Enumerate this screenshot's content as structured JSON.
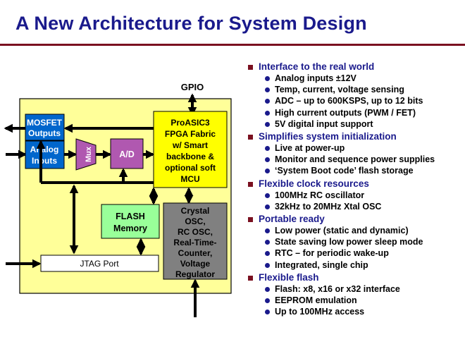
{
  "slide": {
    "title": "A New Architecture for System Design"
  },
  "diagram": {
    "gpio_label": "GPIO",
    "mosfet": [
      "MOSFET",
      "Outputs"
    ],
    "analog": [
      "Analog",
      "Inputs"
    ],
    "mux": "Mux",
    "ad": "A/D",
    "fpga": [
      "ProASIC3",
      "FPGA Fabric",
      "w/ Smart",
      "backbone &",
      "optional soft",
      "MCU"
    ],
    "flash": [
      "FLASH",
      "Memory"
    ],
    "crystal": [
      "Crystal",
      "OSC,",
      "RC OSC,",
      "Real-Time-",
      "Counter,",
      "Voltage",
      "Regulator"
    ],
    "jtag": "JTAG Port",
    "colors": {
      "chip_bg": "#ffff99",
      "fpga_bg": "#ffff00",
      "blue_box": "#0066cc",
      "purple": "#b058b0",
      "flash_bg": "#99ff99",
      "gray_box": "#808080"
    }
  },
  "sections": [
    {
      "heading": "Interface to the real world",
      "items": [
        "Analog inputs ±12V",
        "Temp, current, voltage sensing",
        "ADC – up to 600KSPS, up to 12 bits",
        "High current outputs (PWM / FET)",
        "5V digital input support"
      ]
    },
    {
      "heading": "Simplifies system initialization",
      "items": [
        "Live at power-up",
        "Monitor and sequence power supplies",
        "‘System Boot code’ flash storage"
      ]
    },
    {
      "heading": "Flexible clock resources",
      "items": [
        "100MHz RC oscillator",
        "32kHz to 20MHz Xtal OSC"
      ]
    },
    {
      "heading": "Portable ready",
      "items": [
        "Low power (static and dynamic)",
        "State saving low power sleep mode",
        "RTC – for periodic wake-up",
        "Integrated, single chip"
      ]
    },
    {
      "heading": "Flexible flash",
      "items": [
        "Flash:  x8, x16 or x32 interface",
        "EEPROM emulation",
        "Up to 100MHz access"
      ]
    }
  ]
}
